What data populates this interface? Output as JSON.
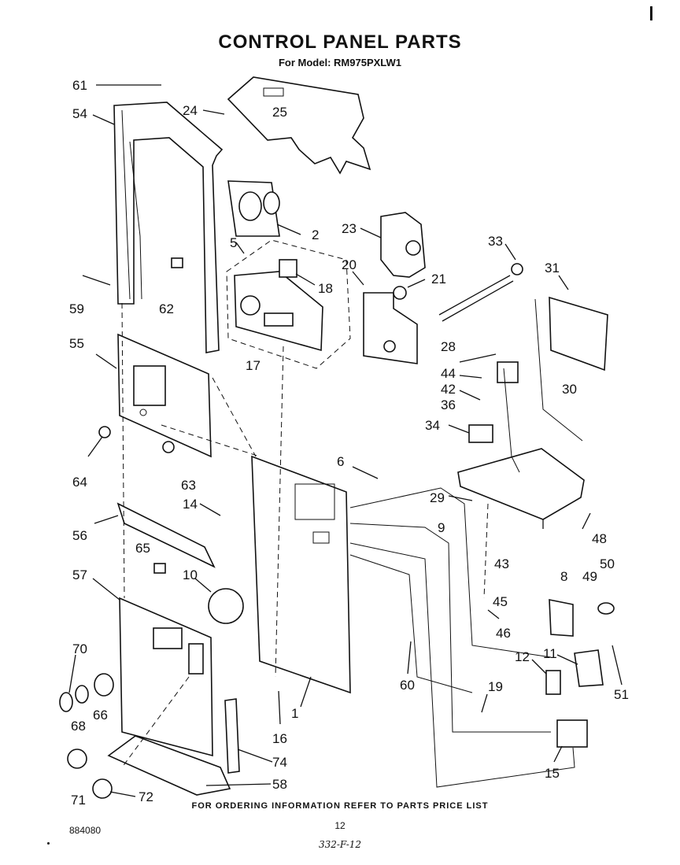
{
  "header": {
    "title": "CONTROL PANEL PARTS",
    "subtitle": "For Model: RM975PXLW1"
  },
  "footer": {
    "ordering_note": "FOR ORDERING INFORMATION REFER TO PARTS PRICE LIST",
    "page_number": "12",
    "drawing_code": "884080",
    "handwritten_ref": "332-F-12"
  },
  "callouts": [
    "61",
    "54",
    "24",
    "25",
    "2",
    "23",
    "5",
    "18",
    "20",
    "33",
    "31",
    "21",
    "59",
    "62",
    "17",
    "28",
    "44",
    "30",
    "42",
    "36",
    "55",
    "34",
    "6",
    "64",
    "63",
    "14",
    "29",
    "48",
    "9",
    "56",
    "65",
    "43",
    "50",
    "10",
    "8",
    "49",
    "57",
    "45",
    "46",
    "70",
    "12",
    "11",
    "60",
    "68",
    "66",
    "19",
    "51",
    "16",
    "1",
    "74",
    "15",
    "58",
    "71",
    "72"
  ]
}
